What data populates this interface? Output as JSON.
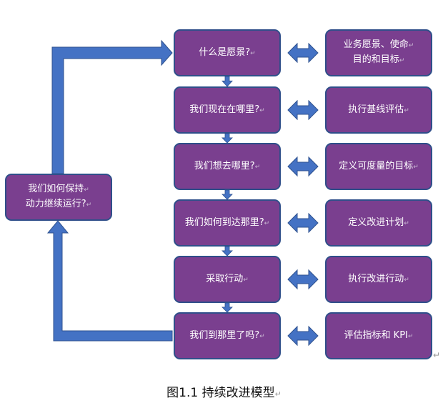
{
  "left_box": {
    "line1": "我们如何保持",
    "line2": "动力继续运行?"
  },
  "steps": [
    {
      "question": "什么是愿景?",
      "result_line1": "业务愿景、使命",
      "result_line2": "目的和目标"
    },
    {
      "question": "我们现在在哪里?",
      "result_line1": "执行基线评估",
      "result_line2": ""
    },
    {
      "question": "我们想去哪里?",
      "result_line1": "定义可度量的目标",
      "result_line2": ""
    },
    {
      "question": "我们如何到达那里?",
      "result_line1": "定义改进计划",
      "result_line2": ""
    },
    {
      "question": "采取行动",
      "result_line1": "执行改进行动",
      "result_line2": ""
    },
    {
      "question": "我们到那里了吗?",
      "result_line1": "评估指标和 KPI",
      "result_line2": ""
    }
  ],
  "caption": "图1.1  持续改进模型",
  "paragraph_mark": "↵",
  "colors": {
    "box_fill": "#7a3f8f",
    "box_border": "#2f4f8a",
    "arrow": "#4472c4",
    "arrow_border": "#2f528f"
  }
}
